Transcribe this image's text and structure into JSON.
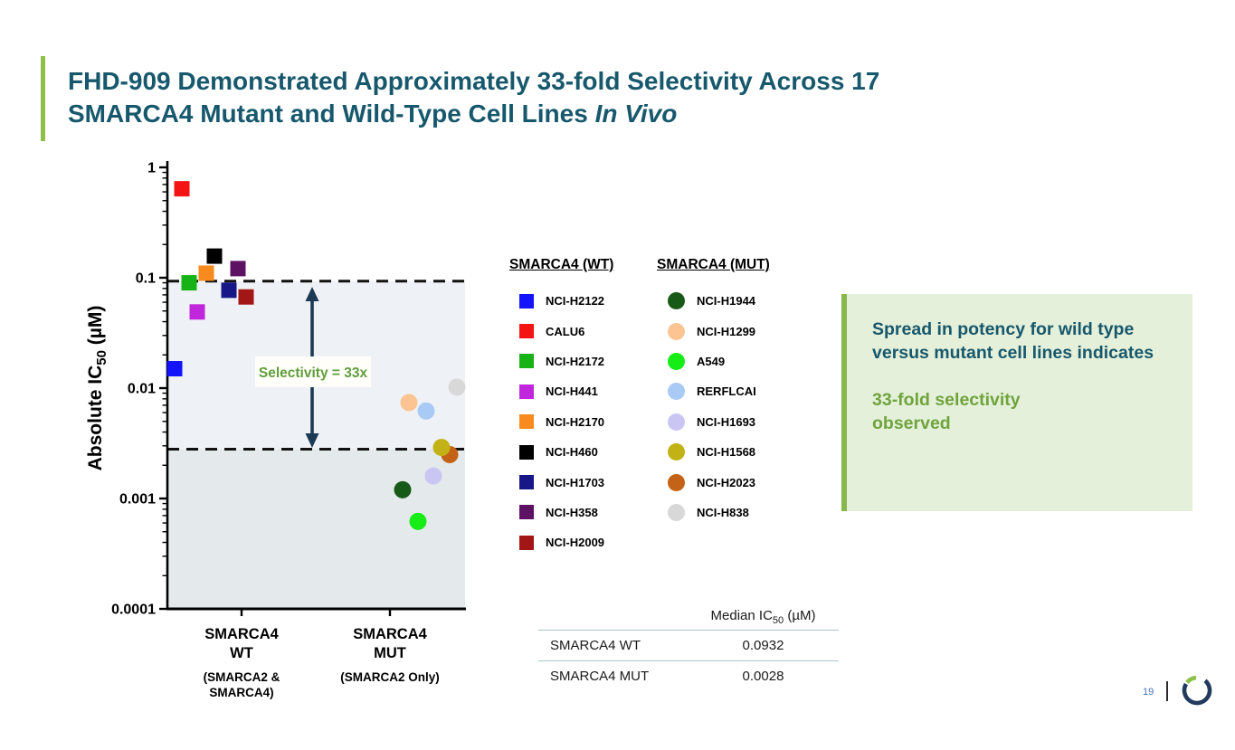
{
  "slide": {
    "title_line1": "FHD-909 Demonstrated Approximately 33-fold Selectivity Across 17",
    "title_line2": "SMARCA4 Mutant and Wild-Type Cell Lines ",
    "title_line2_italic": "In Vivo",
    "page_number": "19"
  },
  "colors": {
    "title_teal": "#17586C",
    "accent_green": "#8CC04A",
    "callout_bg": "#E5F0DB",
    "callout_border_green": "#86B84B",
    "callout_green_text": "#6FA43C",
    "selectivity_green": "#5F9E3B",
    "arrow_navy": "#1C3A54",
    "band_upper": "#EEF2F6",
    "band_lower": "#E4E9EC",
    "dashed_line": "#111111",
    "table_line": "#A9C4CE",
    "page_number_blue": "#4472C4",
    "logo_navy": "#223A5E",
    "logo_green": "#8CC04A"
  },
  "chart_data": {
    "type": "scatter",
    "yscale": "log",
    "ylim": [
      0.0001,
      1
    ],
    "grid": false,
    "ylabel_prefix": "Absolute IC",
    "ylabel_sub": "50",
    "ylabel_suffix": " (µM)",
    "y_ticks": [
      "1",
      "0.1",
      "0.01",
      "0.001",
      "0.0001"
    ],
    "dashed_lines": [
      0.0932,
      0.0028
    ],
    "annotation": "Selectivity = 33x",
    "groups": [
      {
        "label_line1": "SMARCA4",
        "label_line2": "WT",
        "sublabel_line1": "(SMARCA2 &",
        "sublabel_line2": "SMARCA4)",
        "marker": "square",
        "points": [
          {
            "name": "NCI-H2122",
            "color": "#1414FA",
            "value": 0.015,
            "dx": -74
          },
          {
            "name": "CALU6",
            "color": "#F51414",
            "value": 0.64,
            "dx": -66
          },
          {
            "name": "NCI-H2172",
            "color": "#16B216",
            "value": 0.09,
            "dx": -58
          },
          {
            "name": "NCI-H441",
            "color": "#C026DB",
            "value": 0.049,
            "dx": -49
          },
          {
            "name": "NCI-H2170",
            "color": "#F98A1D",
            "value": 0.11,
            "dx": -39
          },
          {
            "name": "NCI-H460",
            "color": "#000000",
            "value": 0.157,
            "dx": -30
          },
          {
            "name": "NCI-H1703",
            "color": "#171787",
            "value": 0.077,
            "dx": -14
          },
          {
            "name": "NCI-H358",
            "color": "#5E1263",
            "value": 0.121,
            "dx": -4
          },
          {
            "name": "NCI-H2009",
            "color": "#A31616",
            "value": 0.067,
            "dx": 5
          }
        ]
      },
      {
        "label_line1": "SMARCA4",
        "label_line2": "MUT",
        "sublabel_line1": "(SMARCA2 Only)",
        "sublabel_line2": "",
        "marker": "circle",
        "points": [
          {
            "name": "NCI-H1944",
            "color": "#175917",
            "value": 0.0012,
            "dx": 14
          },
          {
            "name": "NCI-H1299",
            "color": "#FBC492",
            "value": 0.0074,
            "dx": 21
          },
          {
            "name": "A549",
            "color": "#16EC16",
            "value": 0.00062,
            "dx": 31
          },
          {
            "name": "RERFLCAI",
            "color": "#A8CAF4",
            "value": 0.0062,
            "dx": 40
          },
          {
            "name": "NCI-H1693",
            "color": "#CAC6F4",
            "value": 0.0016,
            "dx": 48
          },
          {
            "name": "NCI-H1568",
            "color": "#C2B216",
            "value": 0.0029,
            "dx": 57
          },
          {
            "name": "NCI-H2023",
            "color": "#C46317",
            "value": 0.0025,
            "dx": 66
          },
          {
            "name": "NCI-H838",
            "color": "#D8D8D8",
            "value": 0.0102,
            "dx": 74
          }
        ]
      }
    ]
  },
  "legend": {
    "wt_header": "SMARCA4 (WT)",
    "mut_header": "SMARCA4 (MUT)"
  },
  "callout": {
    "teal_text": "Spread in potency for wild type versus mutant cell lines indicates",
    "green_line1": "33-fold selectivity",
    "green_line2": "observed"
  },
  "table": {
    "header_prefix": "Median IC",
    "header_sub": "50",
    "header_suffix": " (µM)",
    "rows": [
      {
        "label": "SMARCA4 WT",
        "value": "0.0932"
      },
      {
        "label": "SMARCA4 MUT",
        "value": "0.0028"
      }
    ]
  }
}
